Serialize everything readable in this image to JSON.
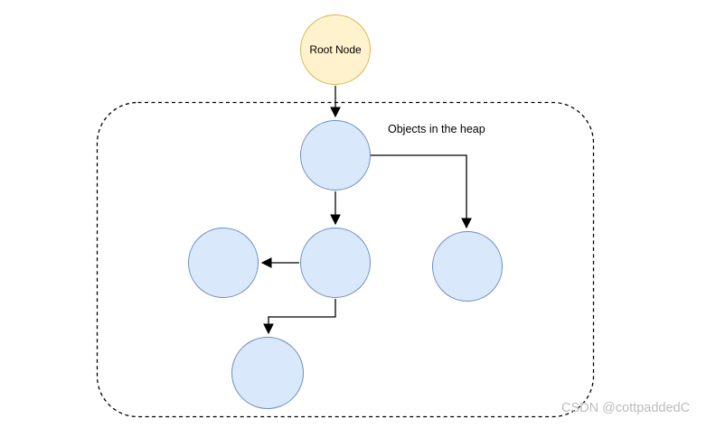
{
  "diagram": {
    "root_node": {
      "label": "Root Node"
    },
    "heap": {
      "label": "Objects in the heap"
    },
    "nodes": [
      {
        "id": "root",
        "label": "Root Node",
        "type": "root-node"
      },
      {
        "id": "heap-top",
        "label": "",
        "type": "heap-object"
      },
      {
        "id": "mid-left",
        "label": "",
        "type": "heap-object"
      },
      {
        "id": "mid-center",
        "label": "",
        "type": "heap-object"
      },
      {
        "id": "right",
        "label": "",
        "type": "heap-object"
      },
      {
        "id": "bottom",
        "label": "",
        "type": "heap-object"
      }
    ],
    "edges": [
      {
        "from": "root",
        "to": "heap-top"
      },
      {
        "from": "heap-top",
        "to": "mid-center"
      },
      {
        "from": "heap-top",
        "to": "right"
      },
      {
        "from": "mid-center",
        "to": "mid-left"
      },
      {
        "from": "mid-center",
        "to": "bottom"
      }
    ],
    "colors": {
      "root_fill": "#FFF2CC",
      "root_stroke": "#D6B656",
      "object_fill": "#DAE8FC",
      "object_stroke": "#6C8EBF",
      "edge": "#000000",
      "boundary": "#000000",
      "background": "#FFFFFF",
      "watermark_text": "#BCBCBC"
    }
  },
  "watermark": {
    "text": "CSDN @cottpaddedC"
  }
}
